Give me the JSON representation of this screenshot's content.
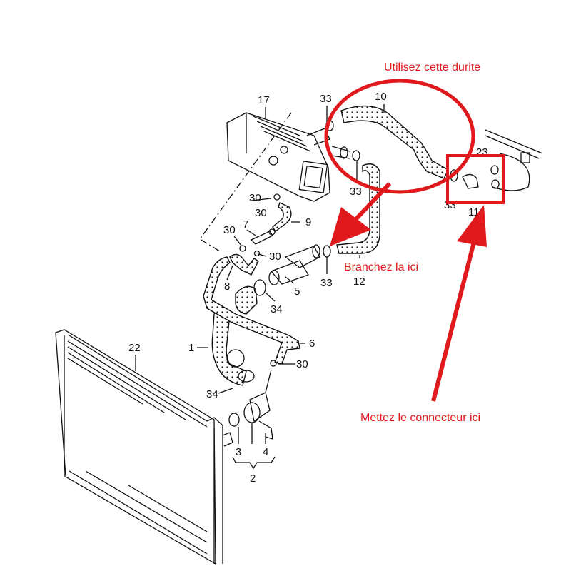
{
  "colors": {
    "annotation": "#e0191c",
    "line": "#111111",
    "background": "#ffffff"
  },
  "annotations": {
    "use_hose": "Utilisez cette durite",
    "plug_here": "Branchez la ici",
    "connector_here": "Mettez le connecteur ici"
  },
  "part_labels": {
    "p17": "17",
    "p33a": "33",
    "p10": "10",
    "p23": "23",
    "p33b": "33",
    "p33c": "33",
    "p11": "11",
    "p30a": "30",
    "p30b": "30",
    "p7": "7",
    "p9": "9",
    "p30c": "30",
    "p30d": "30",
    "p33d": "33",
    "p12": "12",
    "p8": "8",
    "p5": "5",
    "p34a": "34",
    "p1": "1",
    "p6": "6",
    "p22": "22",
    "p30e": "30",
    "p34b": "34",
    "p3": "3",
    "p4": "4",
    "p2": "2"
  }
}
